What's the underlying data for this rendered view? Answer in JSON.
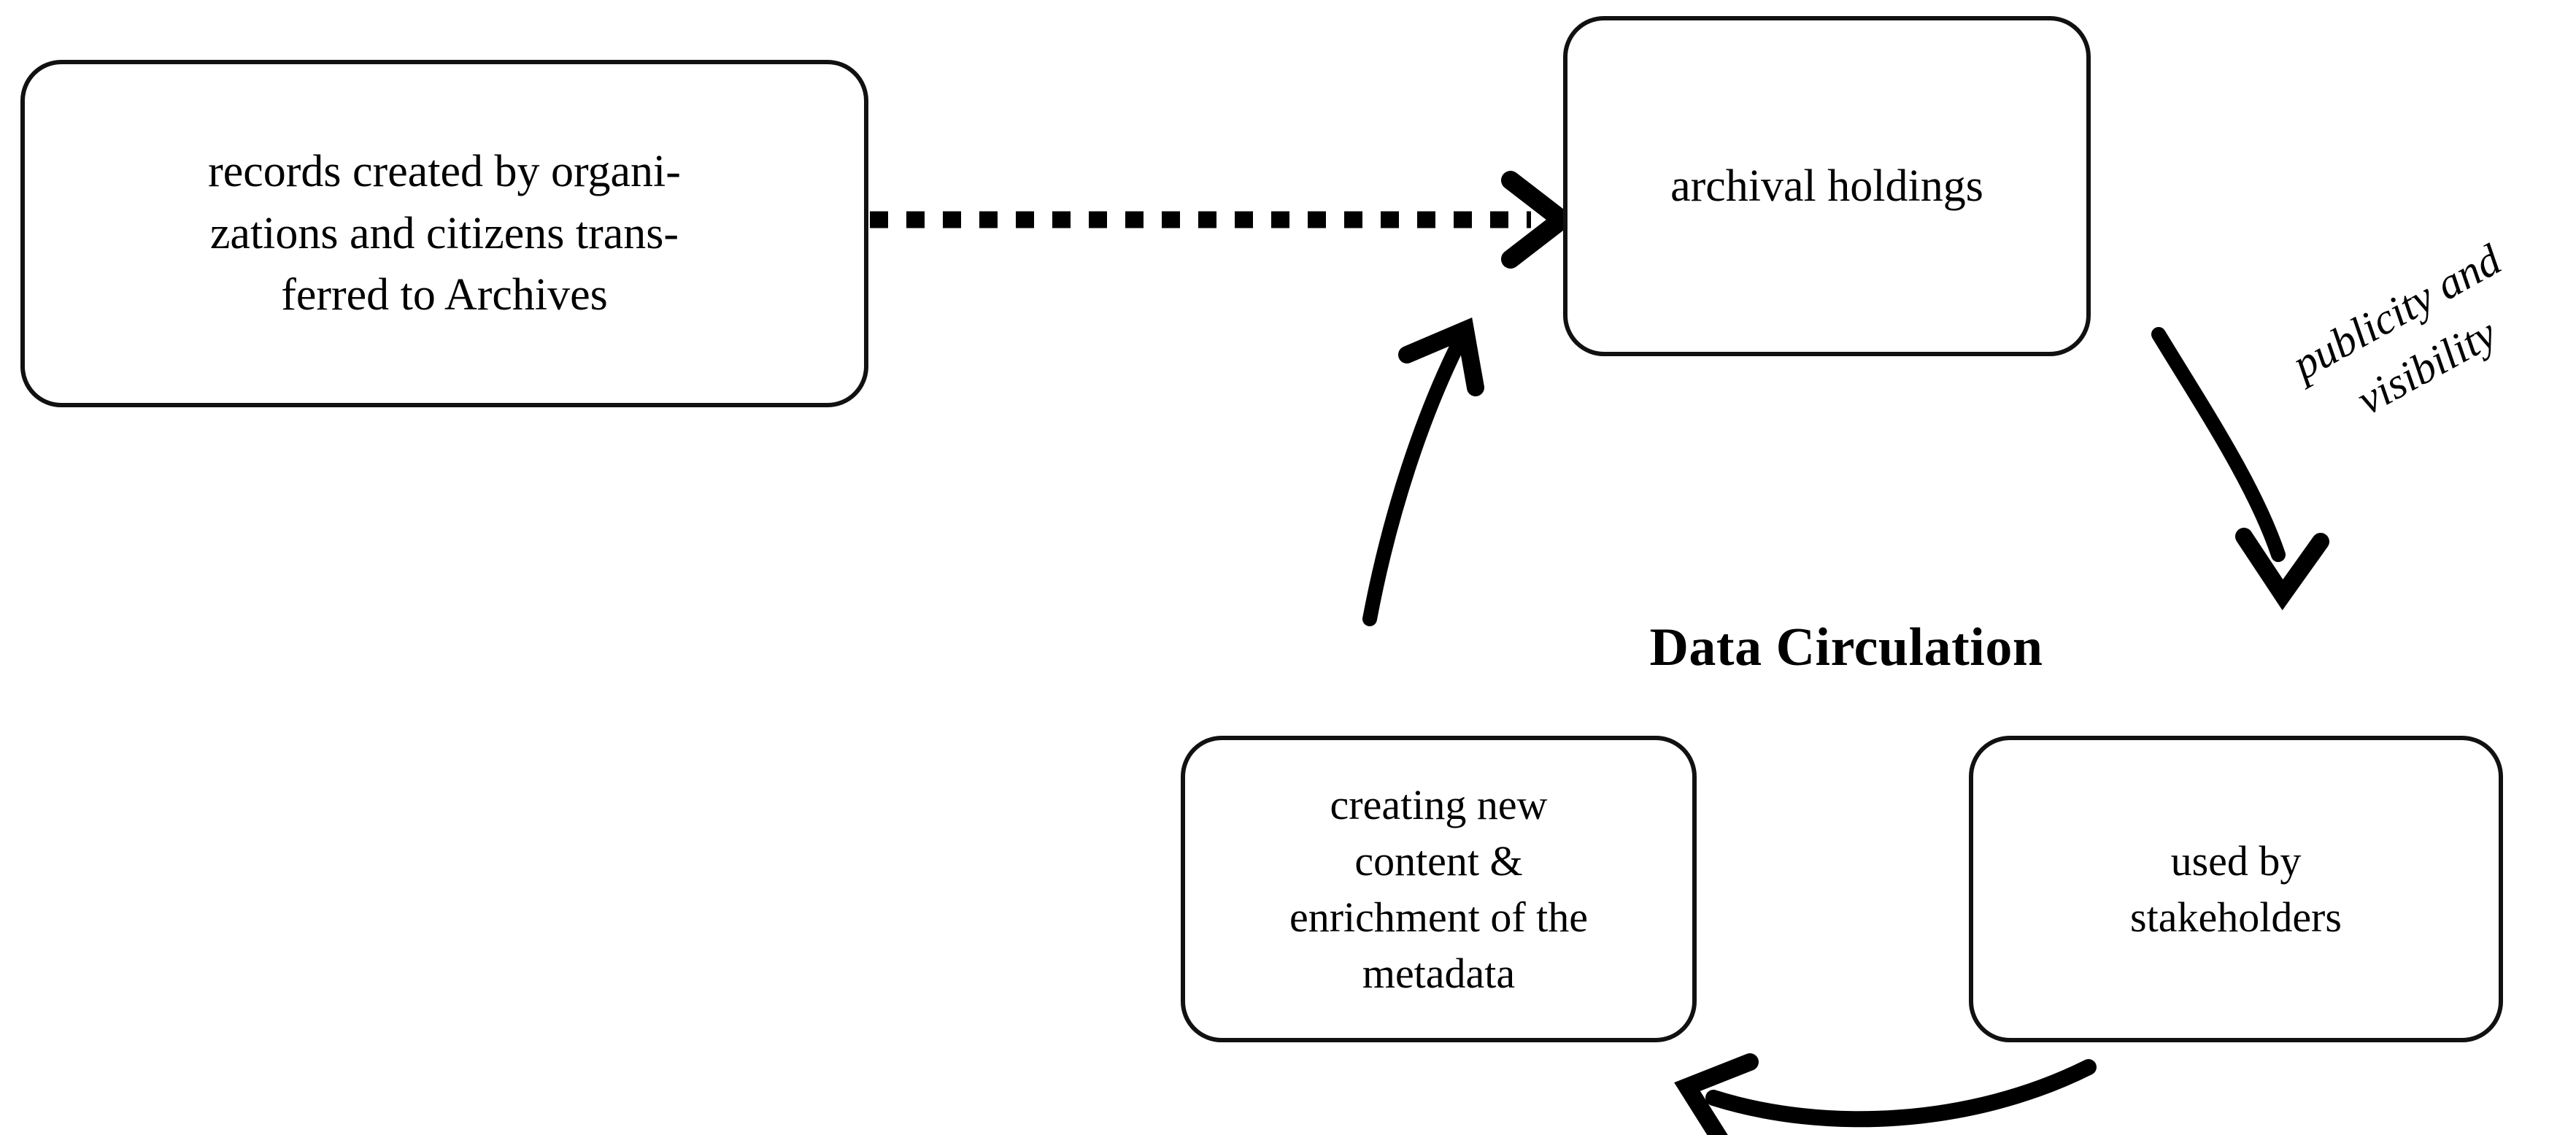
{
  "diagram": {
    "title": "Data Circulation",
    "background_color": "#ffffff",
    "stroke_color": "#111111",
    "text_color": "#000000"
  },
  "nodes": {
    "records": {
      "id": "records-created",
      "label": "records created by organi-\nzations and citizens trans-\nferred to Archives"
    },
    "holdings": {
      "id": "archival-holdings",
      "label": "archival holdings"
    },
    "creating": {
      "id": "creating-new-content",
      "label": "creating new\ncontent &\nenrichment of the\nmetadata"
    },
    "used": {
      "id": "used-by-stakeholders",
      "label": "used by\nstakeholders"
    }
  },
  "edges": {
    "transfer": {
      "from": "records-created",
      "to": "archival-holdings",
      "style": "dotted",
      "arrowhead": "open-chevron",
      "label": ""
    },
    "publicity": {
      "from": "archival-holdings",
      "to": "used-by-stakeholders",
      "style": "solid-curved",
      "arrowhead": "open-chevron",
      "label": "publicity and\nvisibility"
    },
    "reuse": {
      "from": "used-by-stakeholders",
      "to": "creating-new-content",
      "style": "solid-curved",
      "arrowhead": "open-chevron",
      "label": ""
    },
    "feedback": {
      "from": "creating-new-content",
      "to": "archival-holdings",
      "style": "solid-curved",
      "arrowhead": "open-chevron",
      "label": ""
    }
  },
  "icons": {
    "dotted_arrow": "dotted-arrow-right-icon",
    "curved_arrow_down": "curved-arrow-down-icon",
    "curved_arrow_left": "curved-arrow-left-icon",
    "curved_arrow_up": "curved-arrow-up-icon"
  }
}
